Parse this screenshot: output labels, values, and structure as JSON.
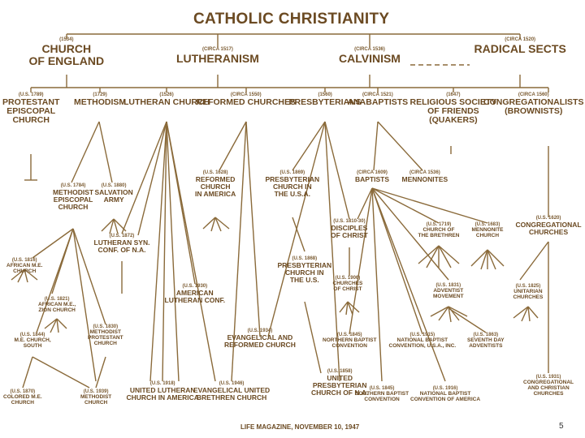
{
  "title": "CATHOLIC CHRISTIANITY",
  "nodes": [
    {
      "id": "england",
      "date": "(1534)",
      "lines": [
        "CHURCH",
        "OF ENGLAND"
      ]
    },
    {
      "id": "lutheranism",
      "date": "(CIRCA 1517)",
      "lines": [
        "LUTHERANISM"
      ]
    },
    {
      "id": "calvinism",
      "date": "(CIRCA 1536)",
      "lines": [
        "CALVINISM"
      ]
    },
    {
      "id": "radical",
      "date": "(CIRCA 1520)",
      "lines": [
        "RADICAL SECTS"
      ]
    },
    {
      "id": "protestant",
      "date": "(U.S. 1789)",
      "lines": [
        "PROTESTANT",
        "EPISCOPAL",
        "CHURCH"
      ]
    },
    {
      "id": "methodism",
      "date": "(1729)",
      "lines": [
        "METHODISM"
      ]
    },
    {
      "id": "lutheran_church",
      "date": "(1526)",
      "lines": [
        "LUTHERAN CHURCH"
      ]
    },
    {
      "id": "reformed",
      "date": "(CIRCA 1550)",
      "lines": [
        "REFORMED CHURCHES"
      ]
    },
    {
      "id": "presbyterians",
      "date": "(1560)",
      "lines": [
        "PRESBYTERIANS"
      ]
    },
    {
      "id": "anabaptists",
      "date": "(CIRCA 1521)",
      "lines": [
        "ANABAPTISTS"
      ]
    },
    {
      "id": "friends",
      "date": "(1647)",
      "lines": [
        "RELIGIOUS SOCIETY",
        "OF FRIENDS",
        "(QUAKERS)"
      ]
    },
    {
      "id": "congregationalists",
      "date": "(CIRCA 1560)",
      "lines": [
        "CONGREGATIONALISTS",
        "(BROWNISTS)"
      ]
    },
    {
      "id": "methodist_episcopal",
      "date": "(U.S. 1784)",
      "lines": [
        "METHODIST",
        "EPISCOPAL",
        "CHURCH"
      ]
    },
    {
      "id": "salvation",
      "date": "(U.S. 1880)",
      "lines": [
        "SALVATION",
        "ARMY"
      ]
    },
    {
      "id": "reformed_america",
      "date": "(U.S. 1628)",
      "lines": [
        "REFORMED",
        "CHURCH",
        "IN AMERICA"
      ]
    },
    {
      "id": "presb_usa",
      "date": "(U.S. 1869)",
      "lines": [
        "PRESBYTERIAN",
        "CHURCH IN",
        "THE U.S.A."
      ]
    },
    {
      "id": "baptists",
      "date": "(CIRCA 1609)",
      "lines": [
        "BAPTISTS"
      ]
    },
    {
      "id": "mennonites",
      "date": "(CIRCA 1536)",
      "lines": [
        "MENNONITES"
      ]
    },
    {
      "id": "disciples",
      "date": "(U.S. 1810-30)",
      "lines": [
        "DISCIPLES",
        "OF CHRIST"
      ]
    },
    {
      "id": "brethren",
      "date": "(U.S. 1719)",
      "lines": [
        "CHURCH OF",
        "THE BRETHREN"
      ]
    },
    {
      "id": "mennonite_church",
      "date": "(U.S. 1683)",
      "lines": [
        "MENNONITE",
        "CHURCH"
      ]
    },
    {
      "id": "congregational",
      "date": "(U.S. 1620)",
      "lines": [
        "CONGREGATIONAL",
        "CHURCHES"
      ]
    },
    {
      "id": "african_me",
      "date": "(U.S. 1816)",
      "lines": [
        "AFRICAN M.E.",
        "CHURCH"
      ]
    },
    {
      "id": "lutheran_syn",
      "date": "(U.S. 1872)",
      "lines": [
        "LUTHERAN SYN.",
        "CONF. OF N.A."
      ]
    },
    {
      "id": "presb_us",
      "date": "(U.S. 1868)",
      "lines": [
        "PRESBYTERIAN",
        "CHURCH IN",
        "THE U.S."
      ]
    },
    {
      "id": "churches_christ",
      "date": "(U.S. 1906)",
      "lines": [
        "CHURCHES",
        "OF CHRIST"
      ]
    },
    {
      "id": "adventist",
      "date": "(U.S. 1831)",
      "lines": [
        "ADVENTIST",
        "MOVEMENT"
      ]
    },
    {
      "id": "unitarian",
      "date": "(U.S. 1825)",
      "lines": [
        "UNITARIAN",
        "CHURCHES"
      ]
    },
    {
      "id": "african_zion",
      "date": "(U.S. 1821)",
      "lines": [
        "AFRICAN M.E.,",
        "ZION CHURCH"
      ]
    },
    {
      "id": "american_lutheran",
      "date": "(U.S. 1930)",
      "lines": [
        "AMERICAN",
        "LUTHERAN CONF."
      ]
    },
    {
      "id": "me_south",
      "date": "(U.S. 1844)",
      "lines": [
        "M.E. CHURCH,",
        "SOUTH"
      ]
    },
    {
      "id": "methodist_protestant",
      "date": "(U.S. 1830)",
      "lines": [
        "METHODIST",
        "PROTESTANT",
        "CHURCH"
      ]
    },
    {
      "id": "evangelical_reformed",
      "date": "(U.S. 1934)",
      "lines": [
        "EVANGELICAL AND",
        "REFORMED CHURCH"
      ]
    },
    {
      "id": "northern_baptist",
      "date": "(U.S. 1845)",
      "lines": [
        "NORTHERN BAPTIST",
        "CONVENTION"
      ]
    },
    {
      "id": "national_baptist_usa",
      "date": "(U.S. 1915)",
      "lines": [
        "NATIONAL BAPTIST",
        "CONVENTION, U.S.A., INC."
      ]
    },
    {
      "id": "seventh_day",
      "date": "(U.S. 1863)",
      "lines": [
        "SEVENTH DAY",
        "ADVENTISTS"
      ]
    },
    {
      "id": "colored_me",
      "date": "(U.S. 1870)",
      "lines": [
        "COLORED M.E.",
        "CHURCH"
      ]
    },
    {
      "id": "methodist_church",
      "date": "(U.S. 1939)",
      "lines": [
        "METHODIST",
        "CHURCH"
      ]
    },
    {
      "id": "united_lutheran",
      "date": "(U.S. 1918)",
      "lines": [
        "UNITED LUTHERAN",
        "CHURCH IN AMERICA"
      ]
    },
    {
      "id": "evangelical_united",
      "date": "(U.S. 1946)",
      "lines": [
        "EVANGELICAL UNITED",
        "BRETHREN CHURCH"
      ]
    },
    {
      "id": "united_presb",
      "date": "(U.S. 1858)",
      "lines": [
        "UNITED",
        "PRESBYTERIAN",
        "CHURCH OF N.A."
      ]
    },
    {
      "id": "southern_baptist",
      "date": "(U.S. 1845)",
      "lines": [
        "SOUTHERN BAPTIST",
        "CONVENTION"
      ]
    },
    {
      "id": "national_baptist_america",
      "date": "(U.S. 1916)",
      "lines": [
        "NATIONAL BAPTIST",
        "CONVENTION OF AMERICA"
      ]
    },
    {
      "id": "congregational_christian",
      "date": "(U.S. 1931)",
      "lines": [
        "CONGREGATIONAL",
        "AND CHRISTIAN",
        "CHURCHES"
      ]
    }
  ],
  "footer": "LIFE MAGAZINE, NOVEMBER 10, 1947",
  "page_number": "5",
  "colors": {
    "ink": "#6b4a22",
    "line": "#8a6a3a",
    "background": "#ffffff"
  }
}
